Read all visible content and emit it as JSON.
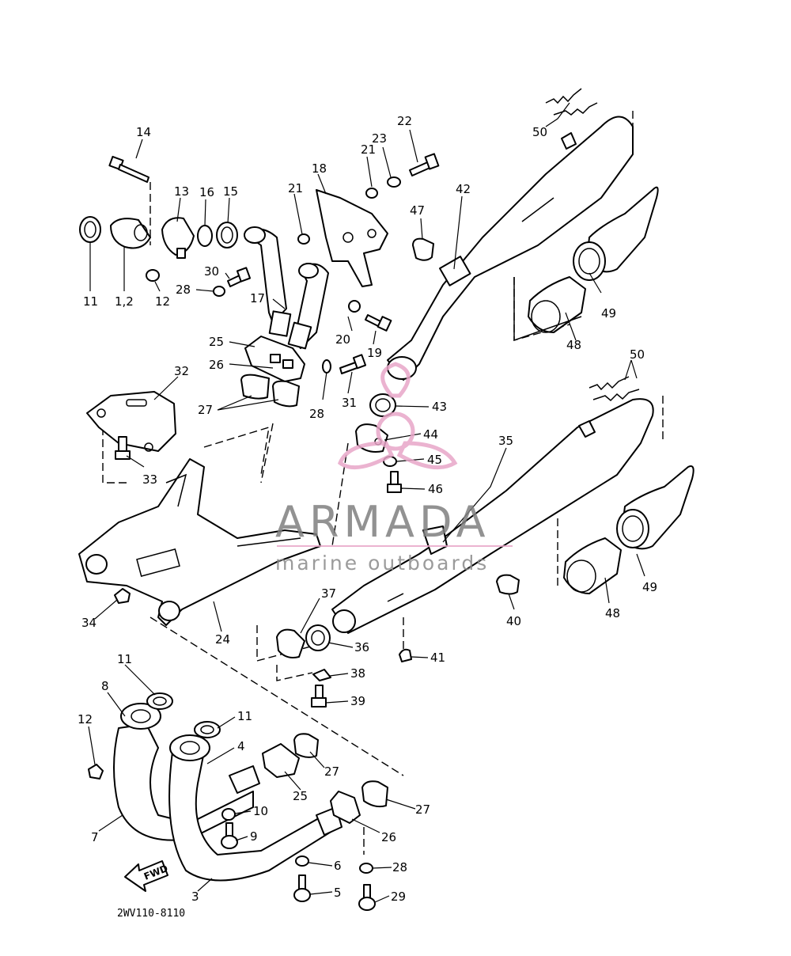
{
  "diagram": {
    "code": "2WV110-8110",
    "fwd_label": "FWD",
    "watermark": {
      "brand": "ARMADA",
      "tagline": "marine outboards",
      "accent": "#e8a6c8"
    },
    "callouts": [
      {
        "id": "c14",
        "text": "14"
      },
      {
        "id": "c13",
        "text": "13"
      },
      {
        "id": "c16",
        "text": "16"
      },
      {
        "id": "c15",
        "text": "15"
      },
      {
        "id": "c11a",
        "text": "11"
      },
      {
        "id": "c1_2",
        "text": "1,2"
      },
      {
        "id": "c12a",
        "text": "12"
      },
      {
        "id": "c18",
        "text": "18"
      },
      {
        "id": "c21a",
        "text": "21"
      },
      {
        "id": "c21b",
        "text": "21"
      },
      {
        "id": "c23",
        "text": "23"
      },
      {
        "id": "c22",
        "text": "22"
      },
      {
        "id": "c30",
        "text": "30"
      },
      {
        "id": "c28a",
        "text": "28"
      },
      {
        "id": "c17",
        "text": "17"
      },
      {
        "id": "c20",
        "text": "20"
      },
      {
        "id": "c19",
        "text": "19"
      },
      {
        "id": "c47",
        "text": "47"
      },
      {
        "id": "c42",
        "text": "42"
      },
      {
        "id": "c50a",
        "text": "50"
      },
      {
        "id": "c49a",
        "text": "49"
      },
      {
        "id": "c48a",
        "text": "48"
      },
      {
        "id": "c25a",
        "text": "25"
      },
      {
        "id": "c26a",
        "text": "26"
      },
      {
        "id": "c27a",
        "text": "27"
      },
      {
        "id": "c32",
        "text": "32"
      },
      {
        "id": "c28b",
        "text": "28"
      },
      {
        "id": "c31",
        "text": "31"
      },
      {
        "id": "c43",
        "text": "43"
      },
      {
        "id": "c44",
        "text": "44"
      },
      {
        "id": "c45",
        "text": "45"
      },
      {
        "id": "c46",
        "text": "46"
      },
      {
        "id": "c33",
        "text": "33"
      },
      {
        "id": "c35",
        "text": "35"
      },
      {
        "id": "c50b",
        "text": "50"
      },
      {
        "id": "c49b",
        "text": "49"
      },
      {
        "id": "c48b",
        "text": "48"
      },
      {
        "id": "c40",
        "text": "40"
      },
      {
        "id": "c34",
        "text": "34"
      },
      {
        "id": "c24",
        "text": "24"
      },
      {
        "id": "c37",
        "text": "37"
      },
      {
        "id": "c36",
        "text": "36"
      },
      {
        "id": "c41",
        "text": "41"
      },
      {
        "id": "c38",
        "text": "38"
      },
      {
        "id": "c39",
        "text": "39"
      },
      {
        "id": "c11b",
        "text": "11"
      },
      {
        "id": "c8",
        "text": "8"
      },
      {
        "id": "c12b",
        "text": "12"
      },
      {
        "id": "c11c",
        "text": "11"
      },
      {
        "id": "c4",
        "text": "4"
      },
      {
        "id": "c27b",
        "text": "27"
      },
      {
        "id": "c25b",
        "text": "25"
      },
      {
        "id": "c27c",
        "text": "27"
      },
      {
        "id": "c10",
        "text": "10"
      },
      {
        "id": "c9",
        "text": "9"
      },
      {
        "id": "c7",
        "text": "7"
      },
      {
        "id": "c26b",
        "text": "26"
      },
      {
        "id": "c6",
        "text": "6"
      },
      {
        "id": "c28c",
        "text": "28"
      },
      {
        "id": "c5",
        "text": "5"
      },
      {
        "id": "c29",
        "text": "29"
      },
      {
        "id": "c3",
        "text": "3"
      }
    ]
  }
}
